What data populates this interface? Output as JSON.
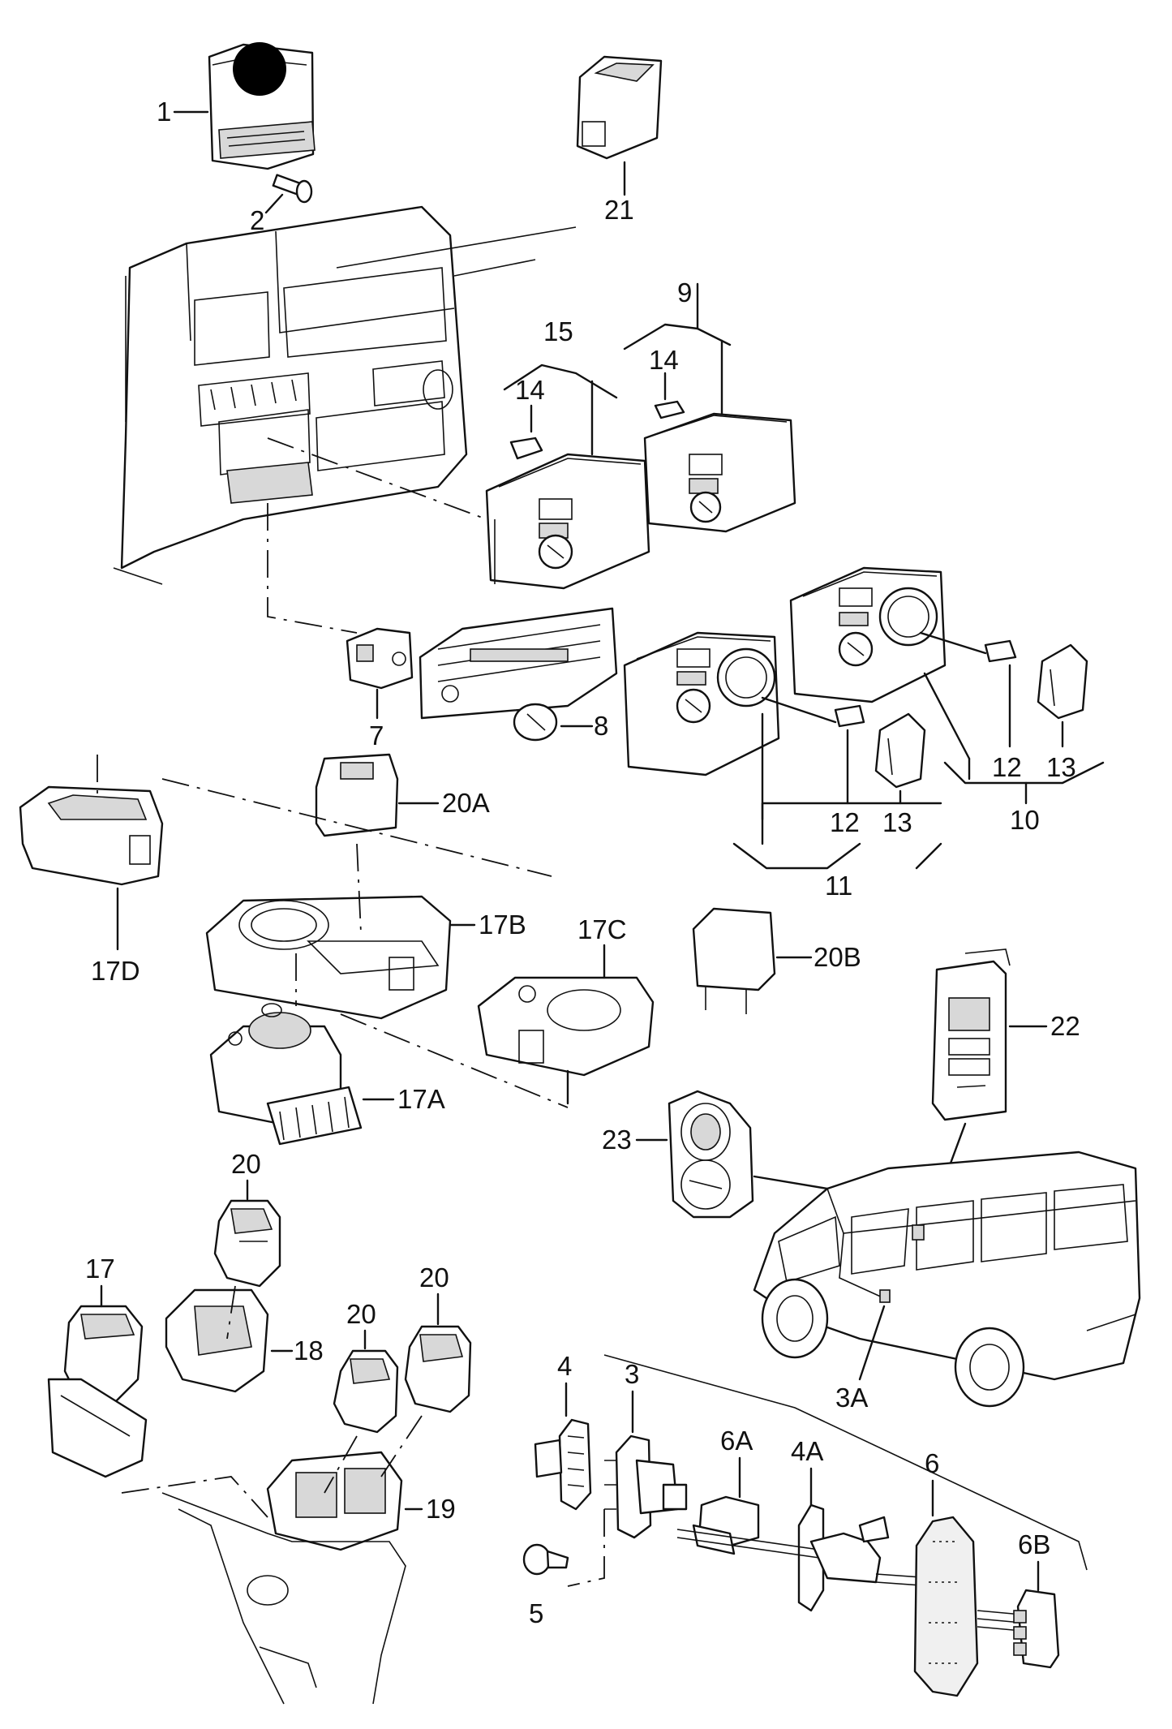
{
  "labels": {
    "l1": "1",
    "l2": "2",
    "l21": "21",
    "l9": "9",
    "l15": "15",
    "l14a": "14",
    "l14b": "14",
    "l7": "7",
    "l8": "8",
    "l12a": "12",
    "l13a": "13",
    "l12b": "12",
    "l13b": "13",
    "l10": "10",
    "l11": "11",
    "l20A": "20A",
    "l17D": "17D",
    "l17B": "17B",
    "l17C": "17C",
    "l20B": "20B",
    "l17A": "17A",
    "l22": "22",
    "l23": "23",
    "l20a": "20",
    "l17": "17",
    "l18": "18",
    "l20b": "20",
    "l20c": "20",
    "l19": "19",
    "l3A": "3A",
    "l4": "4",
    "l3": "3",
    "l6A": "6A",
    "l4A": "4A",
    "l6": "6",
    "l6B": "6B",
    "l5": "5"
  },
  "icons": [
    "filled-circle-marker-icon"
  ],
  "colors": {
    "ink": "#111111",
    "paper": "#ffffff",
    "marker": "#000000"
  }
}
